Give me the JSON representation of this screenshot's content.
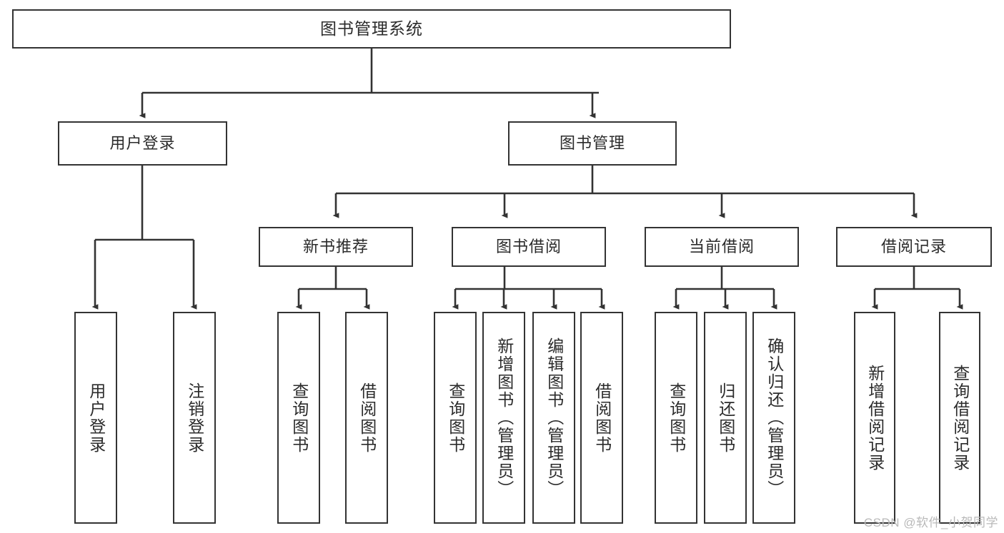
{
  "diagram": {
    "type": "tree-hierarchy",
    "title": "图书管理系统",
    "colors": {
      "border": "#333333",
      "text": "#2b2b2b",
      "background": "#ffffff",
      "watermark": "#b9b9b9"
    },
    "levels": {
      "root": {
        "label": "图书管理系统"
      },
      "level2": [
        {
          "label": "用户登录"
        },
        {
          "label": "图书管理"
        }
      ],
      "level3": [
        {
          "label": "新书推荐"
        },
        {
          "label": "图书借阅"
        },
        {
          "label": "当前借阅"
        },
        {
          "label": "借阅记录"
        }
      ],
      "leaves": [
        {
          "label": "用户登录",
          "parent": "用户登录"
        },
        {
          "label": "注销登录",
          "parent": "用户登录"
        },
        {
          "label": "查询图书",
          "parent": "新书推荐"
        },
        {
          "label": "借阅图书",
          "parent": "新书推荐"
        },
        {
          "label": "查询图书",
          "parent": "图书借阅"
        },
        {
          "label": "新增图书（管理员）",
          "parent": "图书借阅"
        },
        {
          "label": "编辑图书（管理员）",
          "parent": "图书借阅"
        },
        {
          "label": "借阅图书",
          "parent": "图书借阅"
        },
        {
          "label": "查询图书",
          "parent": "当前借阅"
        },
        {
          "label": "归还图书",
          "parent": "当前借阅"
        },
        {
          "label": "确认归还（管理员）",
          "parent": "当前借阅"
        },
        {
          "label": "新增借阅记录",
          "parent": "借阅记录"
        },
        {
          "label": "查询借阅记录",
          "parent": "借阅记录"
        }
      ]
    }
  },
  "watermark": {
    "text": "CSDN @软件_小贺同学"
  }
}
